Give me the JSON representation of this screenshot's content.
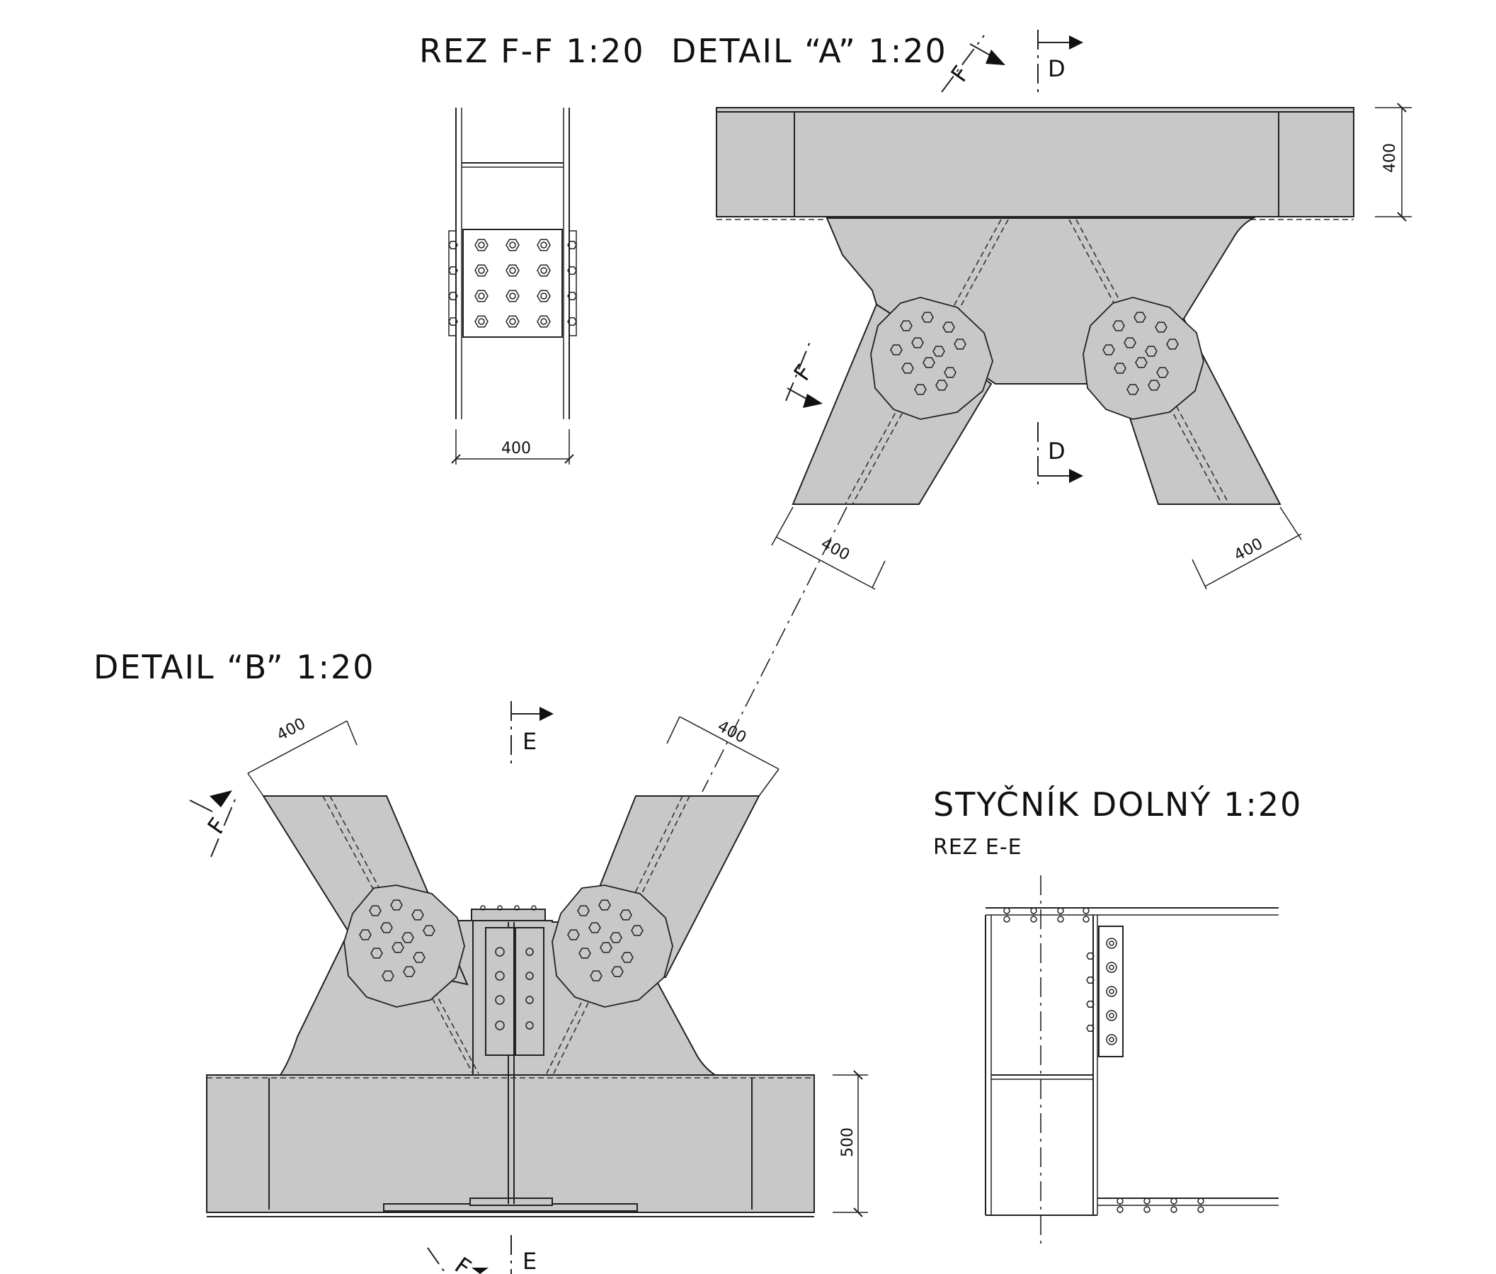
{
  "titles": {
    "rez_ff": "REZ F-F  1:20",
    "detail_a": "DETAIL “A”  1:20",
    "detail_b": "DETAIL “B”  1:20",
    "stycnik": "STYČNÍK DOLNÝ  1:20",
    "rez_ee": "REZ E-E"
  },
  "dimensions": {
    "ff_width": "400",
    "a_beam_depth": "400",
    "a_left_diag": "400",
    "a_right_diag": "400",
    "b_left_diag": "400",
    "b_right_diag": "400",
    "b_beam_depth": "500"
  },
  "section_marks": {
    "f": "F",
    "d": "D",
    "e": "E"
  }
}
